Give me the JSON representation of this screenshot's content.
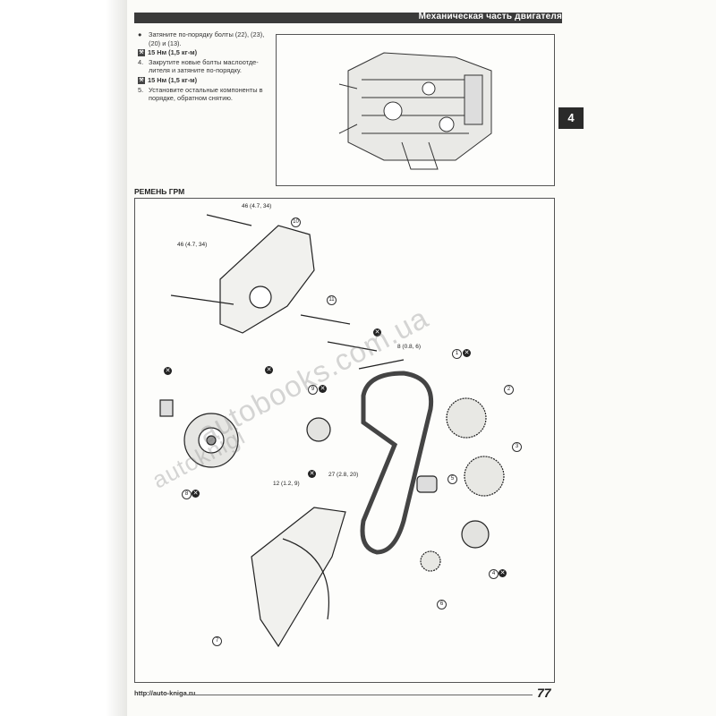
{
  "header": {
    "title": "Механическая часть двигателя"
  },
  "chapter_tab": "4",
  "instructions": [
    {
      "marker": "●",
      "text": "Затяните по-порядку болты (22), (23), (20) и (13)."
    },
    {
      "marker": "",
      "text": "15 Нм (1,5 кг-м)",
      "torque": true
    },
    {
      "marker": "4.",
      "text": "Закрутите новые болты маслоотде-лителя и затяните по-порядку."
    },
    {
      "marker": "",
      "text": "15 Нм (1,5 кг-м)",
      "torque": true
    },
    {
      "marker": "5.",
      "text": "Установите остальные компоненты в порядке, обратном снятию."
    }
  ],
  "section_title": "РЕМЕНЬ ГРМ",
  "torque_callouts": [
    "46 (4.7, 34)",
    "46 (4.7, 34)",
    "8 (0.8, 6)",
    "27 (2.8, 20)",
    "12 (1.2, 9)"
  ],
  "part_numbers": [
    "1",
    "2",
    "3",
    "4",
    "5",
    "6",
    "7",
    "8",
    "9",
    "10",
    "11"
  ],
  "watermarks": {
    "wm1": "autobooks.com.ua",
    "wm2": "autoknigi"
  },
  "footer": {
    "url": "http://auto-kniga.ru",
    "page": "77"
  }
}
